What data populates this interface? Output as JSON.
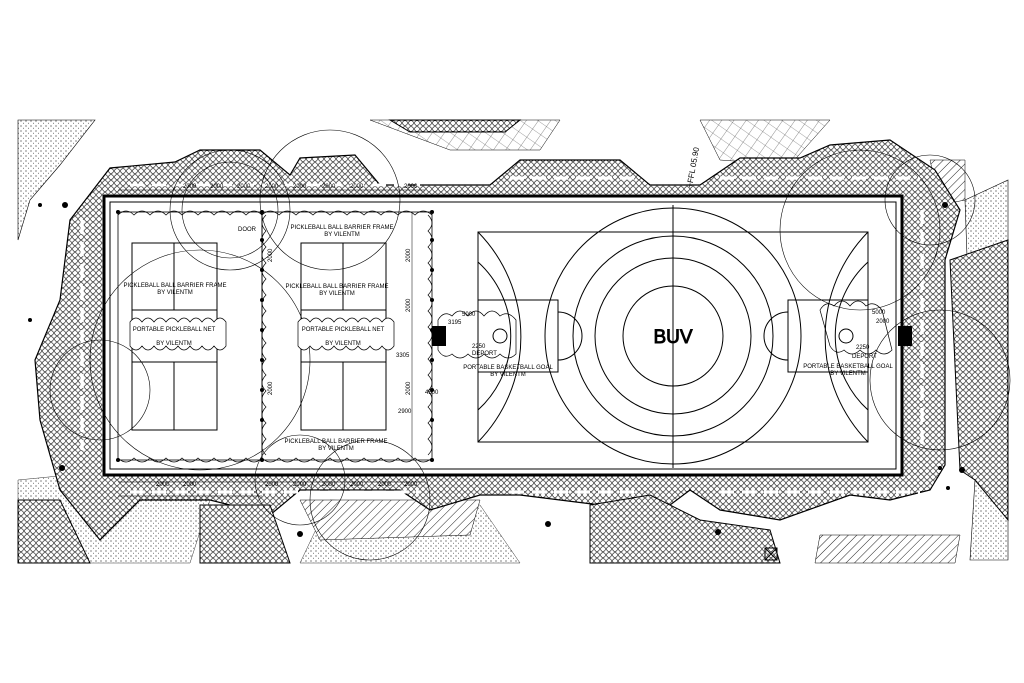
{
  "logo": "BUV",
  "level_mark": "+FFL 05.90",
  "labels": {
    "door": "DOOR",
    "barrier_frame": "PICKLEBALL BALL BARRIER FRAME",
    "barrier_frame_by": "BY VILENTM",
    "net": "PORTABLE PICKLEBALL NET",
    "net_by": "BY VILENTM",
    "basket_goal": "PORTABLE BASKETBALL GOAL",
    "basket_goal_by": "BY VILENTM",
    "deport": "DEPORT"
  },
  "dimensions": {
    "top_segment": "2000",
    "top_right": "2000",
    "left_5000": "5000",
    "left_3195": "3195",
    "left_2250": "2250",
    "right_5000": "5000",
    "right_2000": "2000",
    "right_2250": "2250",
    "mid_3305": "3305",
    "mid_2900": "2900",
    "mid_4500": "4500",
    "vertical_2000": "2000"
  }
}
